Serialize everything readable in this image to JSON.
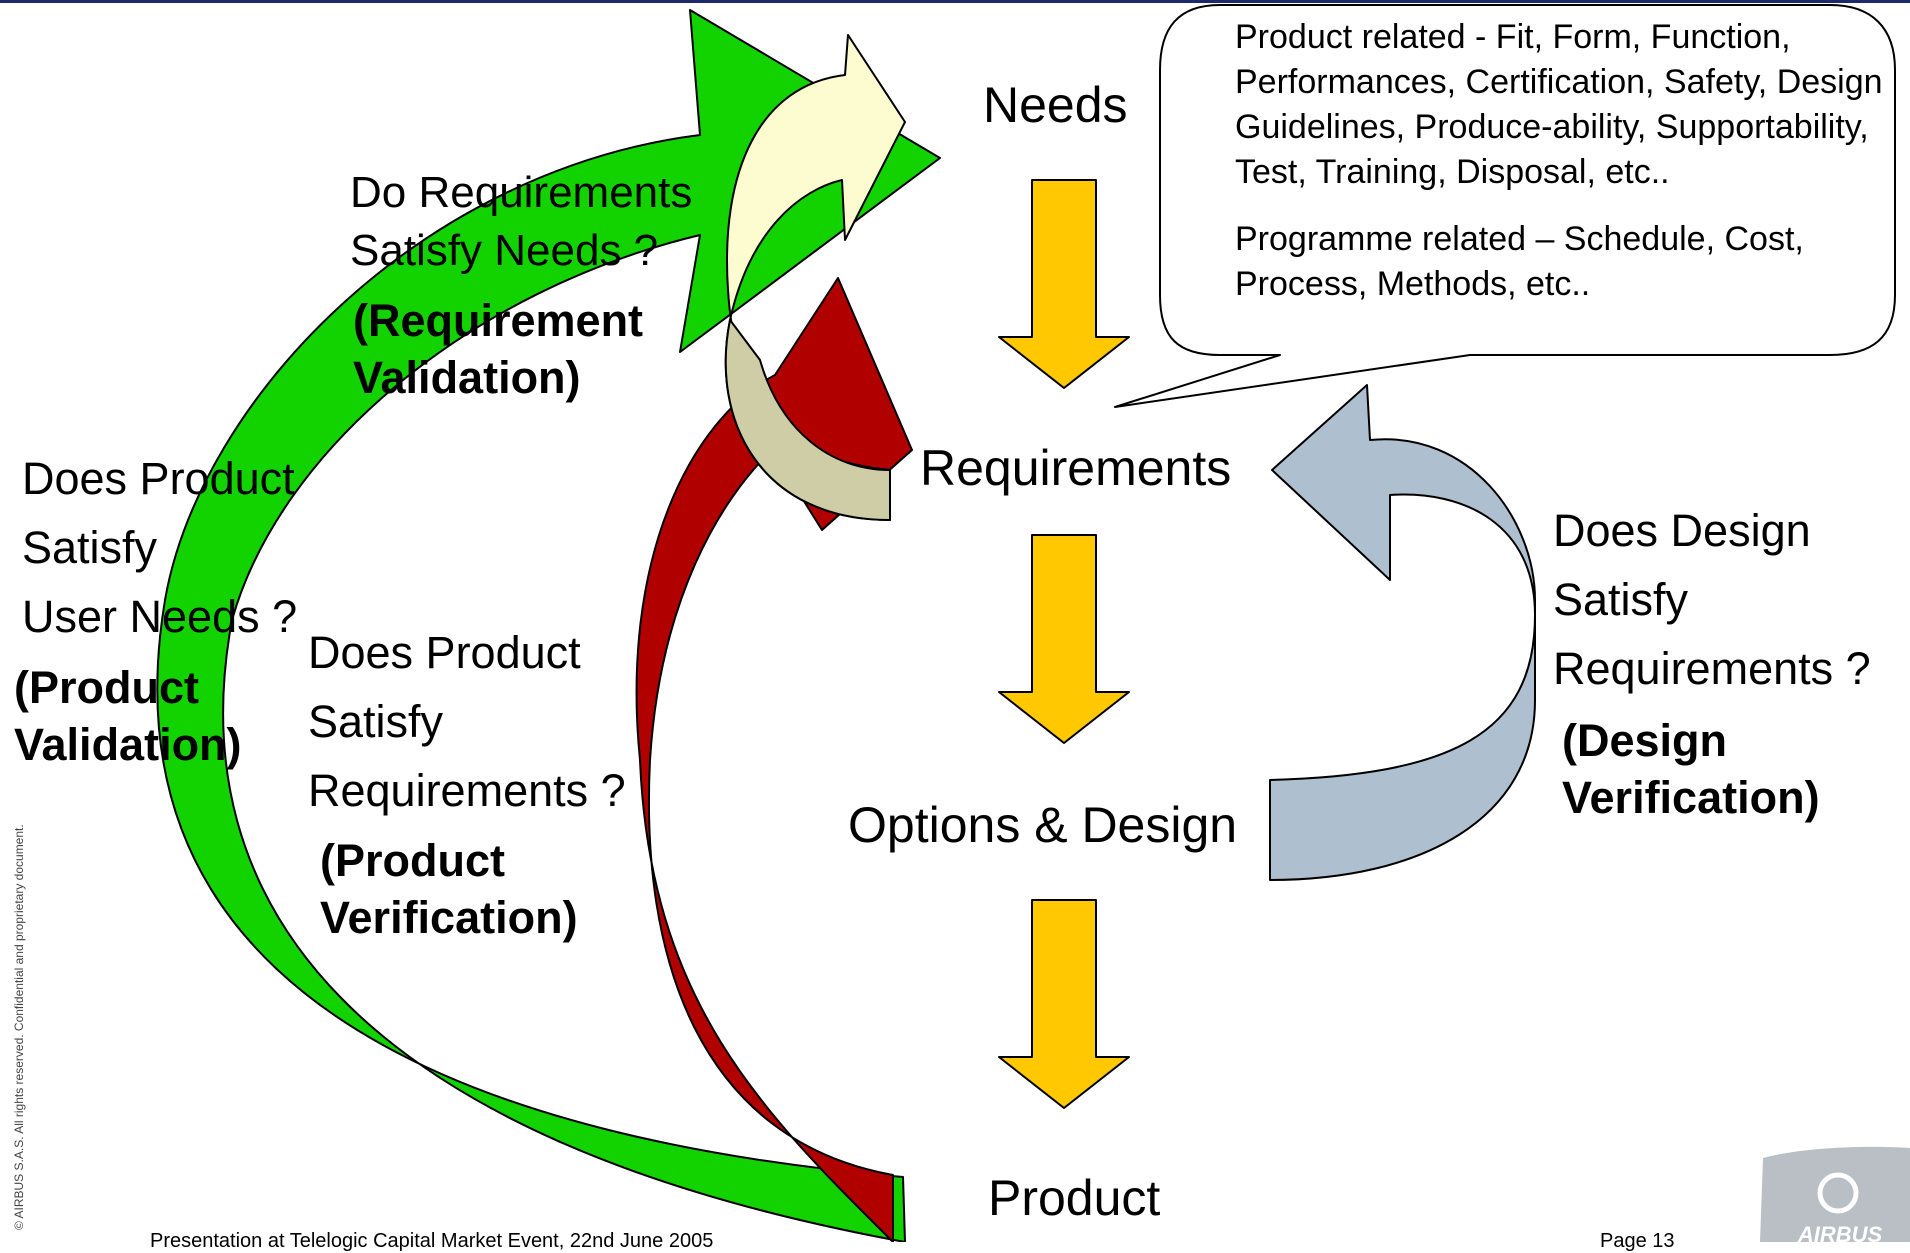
{
  "stages": {
    "needs": "Needs",
    "requirements": "Requirements",
    "options_design": "Options & Design",
    "product": "Product"
  },
  "callout": {
    "product_related": "Product related - Fit, Form, Function, Performances, Certification, Safety, Design Guidelines, Produce-ability, Supportability, Test, Training, Disposal, etc..",
    "programme_related": "Programme related – Schedule, Cost, Process, Methods, etc.."
  },
  "requirement_validation": {
    "question": [
      "Do Requirements",
      "Satisfy Needs ?"
    ],
    "label": [
      "(Requirement",
      "Validation)"
    ]
  },
  "product_validation": {
    "question": [
      "Does Product",
      "Satisfy",
      "User Needs ?"
    ],
    "label": [
      "(Product",
      "Validation)"
    ]
  },
  "product_verification": {
    "question": [
      "Does Product",
      "Satisfy",
      "Requirements ?"
    ],
    "label": [
      "(Product",
      "Verification)"
    ]
  },
  "design_verification": {
    "question": [
      "Does Design",
      "Satisfy",
      "Requirements ?"
    ],
    "label": [
      "(Design",
      "Verification)"
    ]
  },
  "footer": {
    "copyright": "© AIRBUS S.A.S. All rights reserved. Confidential and proprietary document.",
    "presentation": "Presentation at Telelogic Capital Market Event, 22nd June 2005",
    "page": "Page 13",
    "logo_text": "AIRBUS"
  },
  "colors": {
    "down_arrow": "#ffcc00",
    "green_light": "#33dd00",
    "green_dark": "#00c800",
    "red_light": "#cc0000",
    "red_dark": "#a00000",
    "cream": "#ffffcc",
    "khaki": "#cfcda6",
    "blue_light": "#c9dcee",
    "blue_dark": "#9fb1c0"
  }
}
